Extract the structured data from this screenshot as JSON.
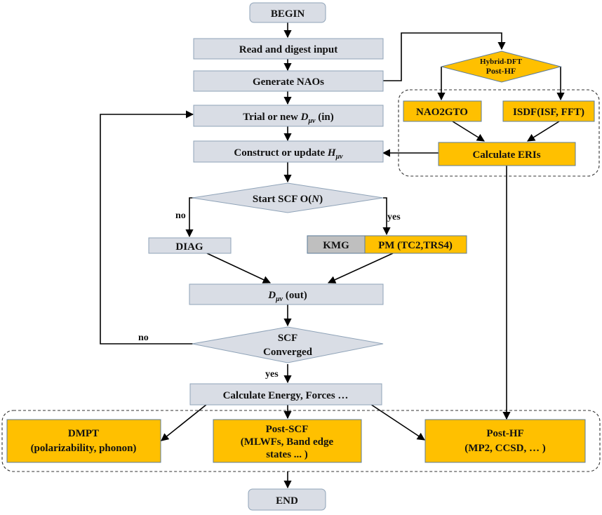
{
  "nodes": {
    "begin": "BEGIN",
    "read_input": "Read and digest input",
    "generate_naos": "Generate NAOs",
    "trial_density": {
      "pre": "Trial or new ",
      "sym": "D",
      "sub": "μν",
      "post": " (in)"
    },
    "construct_h": {
      "pre": "Construct  or update ",
      "sym": "H",
      "sub": "μν"
    },
    "start_scf": {
      "pre": "Start SCF O(",
      "sym": "N",
      "post": ")"
    },
    "diag": "DIAG",
    "kmg": "KMG",
    "pm": "PM (TC2,TRS4)",
    "density_out": {
      "sym": "D",
      "sub": "μν",
      "post": " (out)"
    },
    "scf_converged": [
      "SCF",
      "Converged"
    ],
    "calc_energy": "Calculate Energy, Forces …",
    "dmpt": [
      "DMPT",
      "(polarizability, phonon)"
    ],
    "post_scf": [
      "Post-SCF",
      "(MLWFs, Band edge",
      "states ... )"
    ],
    "post_hf": [
      "Post-HF",
      "(MP2, CCSD, … )"
    ],
    "end": "END",
    "hybrid": [
      "Hybrid-DFT",
      "Post-HF"
    ],
    "nao2gto": "NAO2GTO",
    "isdf": "ISDF(ISF, FFT)",
    "calc_eris": "Calculate ERIs"
  },
  "edge_labels": {
    "no_left": "no",
    "yes_right": "yes",
    "no_loop": "no",
    "yes_down": "yes"
  },
  "colors": {
    "gray_box": "#d9dde5",
    "orange_box": "#ffc000",
    "kmg_box": "#bfbfbf"
  }
}
